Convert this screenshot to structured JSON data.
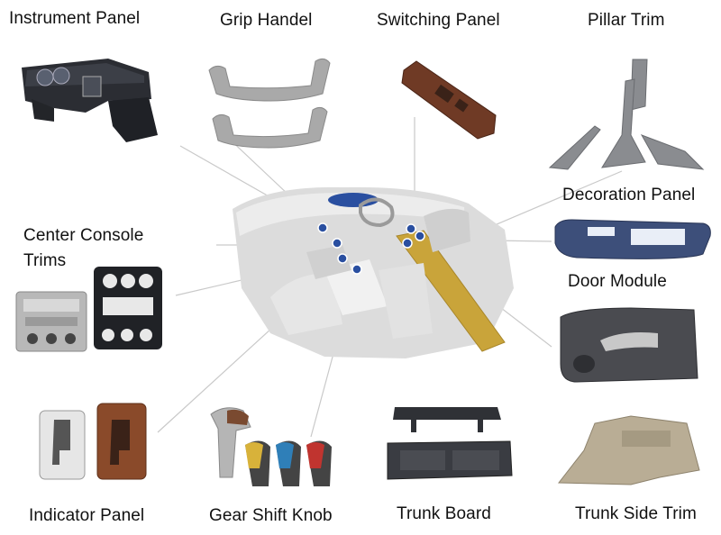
{
  "labels": {
    "instrument_panel": "Instrument Panel",
    "grip_handel": "Grip Handel",
    "switching_panel": "Switching Panel",
    "pillar_trim": "Pillar Trim",
    "decoration_panel": "Decoration Panel",
    "center_console_trims": "Center Console Trims",
    "door_module": "Door Module",
    "indicator_panel": "Indicator Panel",
    "gear_shift_knob": "Gear Shift Knob",
    "trunk_board": "Trunk Board",
    "trunk_side_trim": "Trunk Side Trim"
  },
  "colors": {
    "line": "#c9c9c9",
    "marker": "#2a4fa0",
    "wood": "#7a3b22",
    "grey_part": "#9a9a9a",
    "dark_part": "#2b2d33",
    "yellow_strip": "#c9a43a"
  }
}
